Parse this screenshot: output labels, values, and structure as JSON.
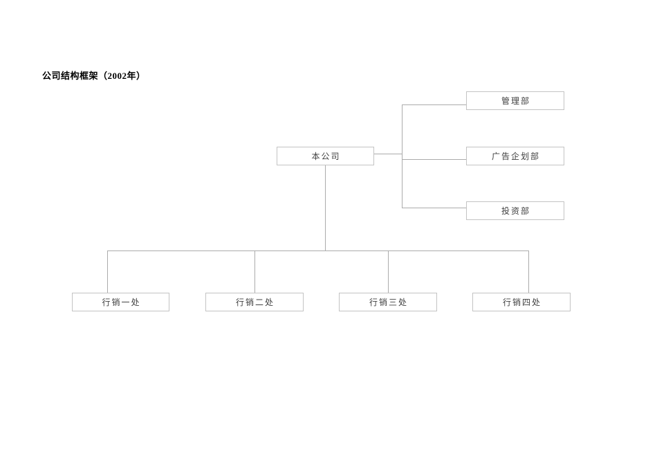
{
  "page": {
    "title": "公司结构框架（2002年）"
  },
  "diagram": {
    "root": {
      "label": "本公司"
    },
    "right_children": [
      {
        "label": "管理部"
      },
      {
        "label": "广告企划部"
      },
      {
        "label": "投资部"
      }
    ],
    "bottom_children": [
      {
        "label": "行销一处"
      },
      {
        "label": "行销二处"
      },
      {
        "label": "行销三处"
      },
      {
        "label": "行销四处"
      }
    ]
  },
  "colors": {
    "connector_line": "#ababab",
    "box_border": "#c3c3c3",
    "box_text": "#3f3f3f",
    "title_text": "#000000",
    "page_background": "#ffffff"
  }
}
